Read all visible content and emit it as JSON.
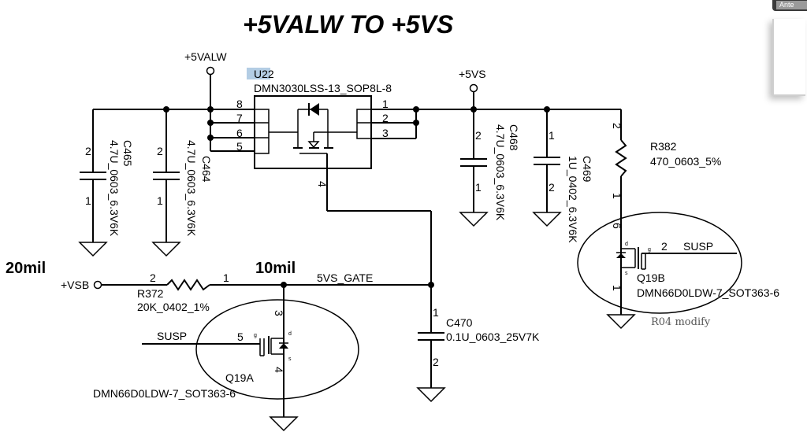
{
  "title": "+5VALW TO +5VS",
  "nets": {
    "input_rail": "+5VALW",
    "output_rail": "+5VS",
    "standby": "+VSB",
    "gate_net": "5VS_GATE",
    "susp_a": "SUSP",
    "susp_b": "SUSP"
  },
  "trace_notes": {
    "width_vsb": "20mil",
    "width_gate": "10mil"
  },
  "u22": {
    "ref": "U22",
    "part": "DMN3030LSS-13_SOP8L-8",
    "left_pins": [
      "8",
      "7",
      "6",
      "5"
    ],
    "right_pins": [
      "1",
      "2",
      "3"
    ],
    "gate_pin": "4"
  },
  "capacitors": [
    {
      "ref": "C465",
      "value": "4.7U_0603_6.3V6K",
      "pin_top": "2",
      "pin_bottom": "1"
    },
    {
      "ref": "C464",
      "value": "4.7U_0603_6.3V6K",
      "pin_top": "2",
      "pin_bottom": "1"
    },
    {
      "ref": "C468",
      "value": "4.7U_0603_6.3V6K",
      "pin_top": "2",
      "pin_bottom": "1"
    },
    {
      "ref": "C469",
      "value": "1U_0402_6.3V6K",
      "pin_top": "1",
      "pin_bottom": "2"
    },
    {
      "ref": "C470",
      "value": "0.1U_0603_25V7K",
      "pin_top": "1",
      "pin_bottom": "2"
    }
  ],
  "resistors": [
    {
      "ref": "R382",
      "value": "470_0603_5%",
      "pin_top": "2",
      "pin_bottom": "1"
    },
    {
      "ref": "R372",
      "value": "20K_0402_1%",
      "pin_left": "2",
      "pin_right": "1"
    }
  ],
  "q19a": {
    "ref": "Q19A",
    "part": "DMN66D0LDW-7_SOT363-6",
    "pin_drain": "3",
    "pin_gate": "5",
    "pin_source": "4",
    "d": "d",
    "g": "g",
    "s": "s"
  },
  "q19b": {
    "ref": "Q19B",
    "part": "DMN66D0LDW-7_SOT363-6",
    "pin_drain": "6",
    "pin_gate": "2",
    "pin_source": "1",
    "d": "d",
    "g": "g",
    "s": "s"
  },
  "annotation": "R04 modify",
  "widget": {
    "tab_label": "Ante"
  }
}
